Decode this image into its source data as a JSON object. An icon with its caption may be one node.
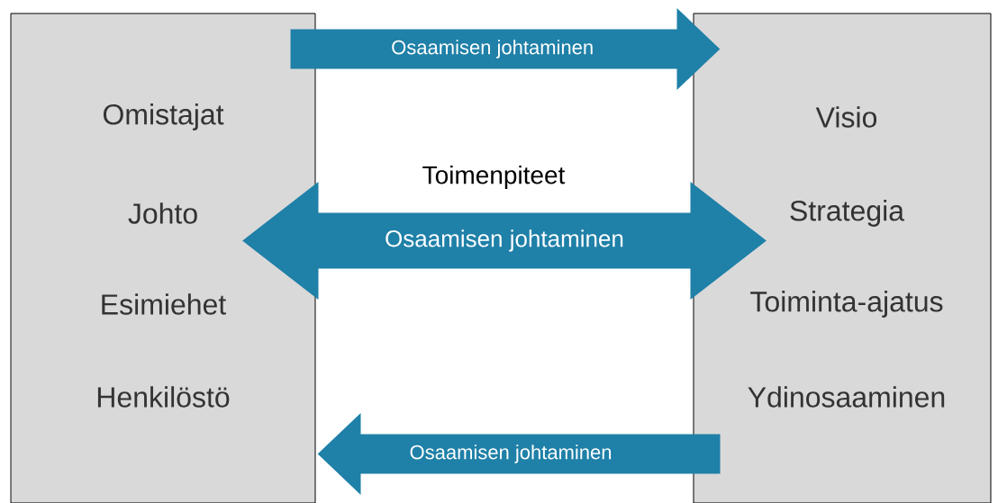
{
  "diagram": {
    "nodes": [
      {
        "text": [
          "Omistajat",
          "Johto",
          "Esimiehet",
          "Henkilöstö"
        ]
      },
      {
        "text": [
          "Visio",
          "Strategia",
          "Toiminta-ajatus",
          "Ydinosaaminen"
        ]
      }
    ],
    "edges": [
      {
        "from": 0,
        "to": 1,
        "arrow": "to",
        "label": "Osaamisen johtaminen"
      },
      {
        "from": 0,
        "to": 1,
        "arrow": "both",
        "label": "Osaamisen johtaminen"
      },
      {
        "from": 1,
        "to": 0,
        "arrow": "to",
        "label": "Osaamisen johtaminen"
      }
    ],
    "labels": [
      "Toimenpiteet"
    ]
  }
}
